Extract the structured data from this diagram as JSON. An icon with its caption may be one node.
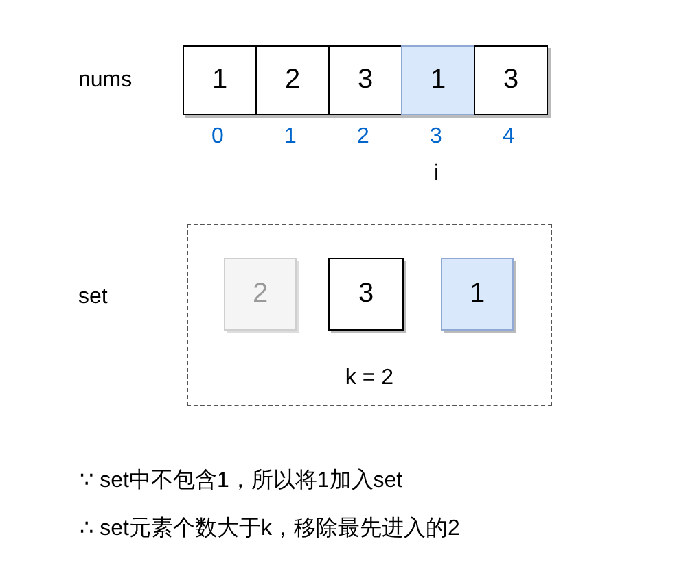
{
  "diagram": {
    "nodes": [
      {
        "text": [
          "1"
        ]
      },
      {
        "text": [
          "2"
        ]
      },
      {
        "text": [
          "3"
        ]
      },
      {
        "text": [
          "1"
        ]
      },
      {
        "text": [
          "3"
        ]
      },
      {
        "text": [
          "k = 2"
        ]
      },
      {
        "text": [
          "2"
        ],
        "in": 5
      },
      {
        "text": [
          "3"
        ],
        "in": 5
      },
      {
        "text": [
          "1"
        ],
        "in": 5
      }
    ],
    "labels": [
      "nums",
      "0",
      "1",
      "2",
      "3",
      "4",
      "i",
      "set",
      "∵ set中不包含1，所以将1加入set",
      "∴ set元素个数大于k，移除最先进入的2"
    ]
  }
}
